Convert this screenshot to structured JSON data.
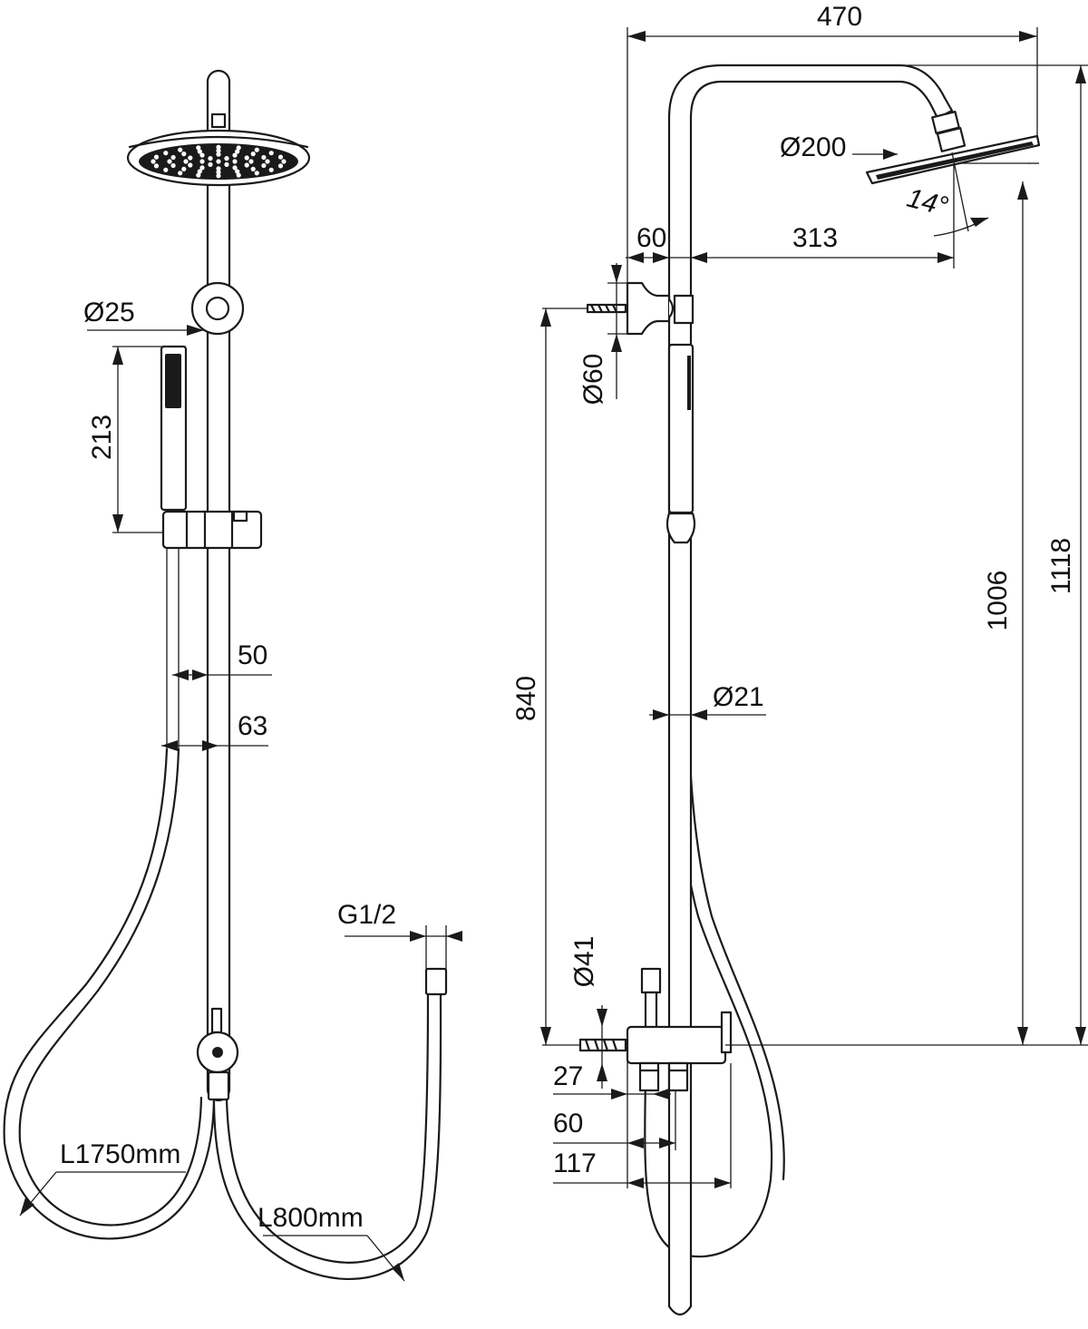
{
  "drawing": {
    "front_view": {
      "diameter_handshower": "Ø25",
      "handshower_length": "213",
      "offset_a": "50",
      "offset_b": "63",
      "hose_connector": "G1/2",
      "long_hose": "L1750mm",
      "short_hose": "L800mm"
    },
    "side_view": {
      "total_projection": "470",
      "shower_head_diameter": "Ø200",
      "tilt_angle": "14°",
      "wall_offset": "60",
      "arm_reach": "313",
      "wall_bracket_diameter": "Ø60",
      "riser_diameter": "Ø21",
      "bracket_height": "840",
      "head_height": "1006",
      "total_height": "1118",
      "mixer_diameter": "Ø41",
      "mixer_depth_a": "27",
      "mixer_depth_b": "60",
      "mixer_depth_c": "117"
    }
  }
}
